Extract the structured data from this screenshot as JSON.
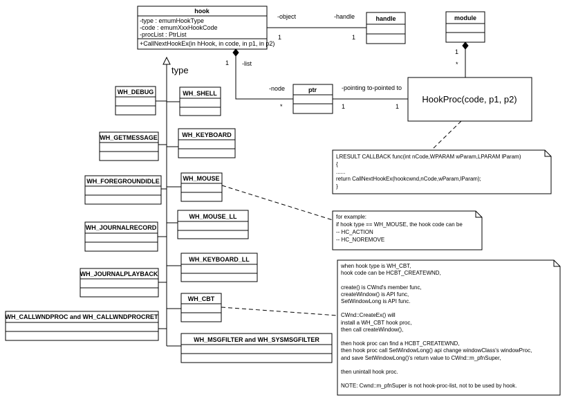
{
  "hook": {
    "name": "hook",
    "attributes": [
      "-type : emumHookType",
      "-code : emumXxxHookCode",
      "-procList : PtrList"
    ],
    "operations": [
      "+CallNextHookEx(in hHook, in code, in p1, in p2)"
    ]
  },
  "handle": {
    "name": "handle"
  },
  "module": {
    "name": "module"
  },
  "ptr": {
    "name": "ptr"
  },
  "hookproc": {
    "name": "HookProc(code, p1, p2)"
  },
  "associations": {
    "hook_handle": {
      "role_a": "-object",
      "role_b": "-handle",
      "mult_a": "1",
      "mult_b": "1"
    },
    "hook_ptr": {
      "role_list": "-list",
      "role_node": "-node",
      "mult_hook": "1",
      "mult_ptr": "*"
    },
    "ptr_hookproc": {
      "role": "-pointing to-pointed to",
      "mult_ptr": "1",
      "mult_proc": "1"
    },
    "module_hookproc": {
      "mult_module": "1",
      "mult_proc": "*"
    }
  },
  "type_label": "type",
  "subtypes": [
    "WH_DEBUG",
    "WH_SHELL",
    "WH_GETMESSAGE",
    "WH_KEYBOARD",
    "WH_FOREGROUNDIDLE",
    "WH_MOUSE",
    "WH_JOURNALRECORD",
    "WH_MOUSE_LL",
    "WH_KEYBOARD_LL",
    "WH_JOURNALPLAYBACK",
    "WH_CBT",
    "WH_CALLWNDPROC and WH_CALLWNDPROCRET",
    "WH_MSGFILTER and WH_SYSMSGFILTER"
  ],
  "notes": {
    "callback": [
      "LRESULT CALLBACK func(int nCode,WPARAM wParam,LPARAM lParam)",
      "{",
      "......",
      "return CallNextHookEx(hookcwnd,nCode,wParam,lParam);",
      "}"
    ],
    "mouse": [
      "for example:",
      "if hook type == WH_MOUSE, the hook code can be",
      "-- HC_ACTION",
      "-- HC_NOREMOVE"
    ],
    "cbt": [
      "when hook type is WH_CBT,",
      "hook code can be HCBT_CREATEWND,",
      "",
      "create() is CWnd's member func,",
      "createWindow() is API func,",
      "SetWindowLong is API func.",
      "",
      "CWnd::CreateEx() will",
      "install a WH_CBT hook proc,",
      "then call createWindow(),",
      "",
      "then hook proc can find a HCBT_CREATEWND,",
      "then hook proc call SetWindowLong() api change windowClass's windowProc,",
      "  and save SetWindowLong()'s return value to CWnd::m_pfnSuper,",
      "",
      "then unintall hook proc.",
      "",
      "NOTE: Cwnd::m_pfnSuper is not hook-proc-list, not to be used by hook."
    ]
  }
}
